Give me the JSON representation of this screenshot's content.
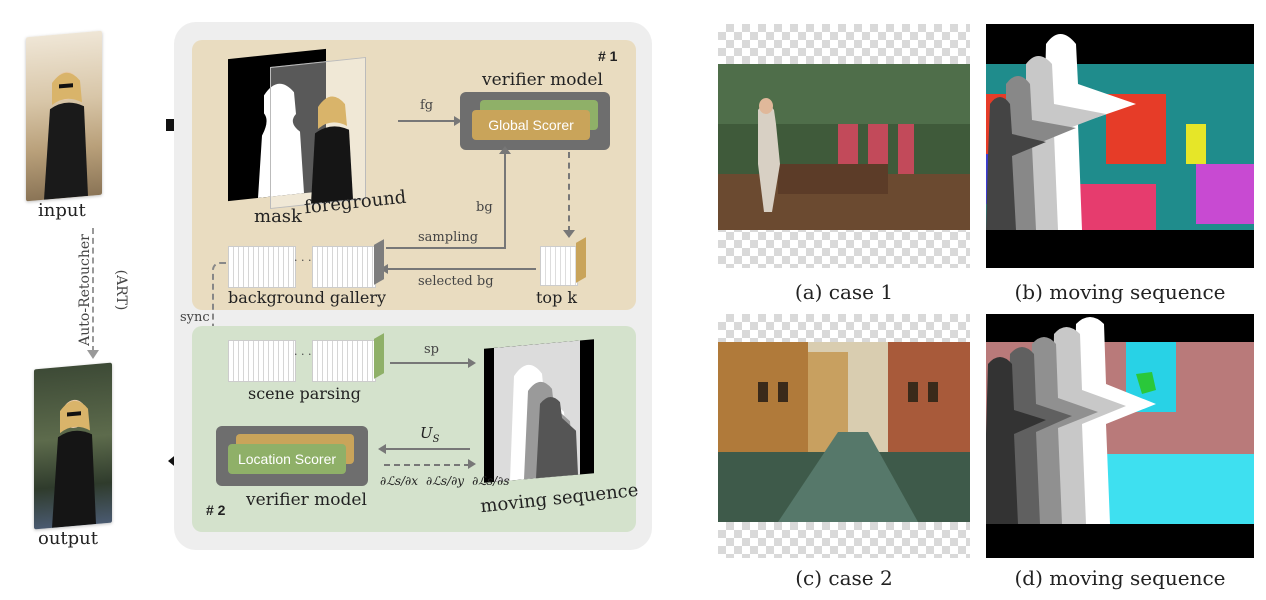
{
  "diagram": {
    "input_label": "input",
    "output_label": "output",
    "art_label": "Auto-Retoucher",
    "art_abbrev": "(ART)",
    "stage1_tag": "# 1",
    "stage2_tag": "# 2",
    "mask_label": "mask",
    "foreground_label": "foreground",
    "verifier_top_label": "verifier model",
    "global_scorer": "Global Scorer",
    "fg_label": "fg",
    "bg_label": "bg",
    "sampling_label": "sampling",
    "selected_bg_label": "selected  bg",
    "top_k_label": "top k",
    "gallery_label": "background gallery",
    "sync_label": "sync",
    "scene_parsing_label": "scene parsing",
    "sp_label": "sp",
    "location_scorer": "Location Scorer",
    "verifier_bottom_label": "verifier model",
    "us_label": "U",
    "us_sub": "S",
    "moving_sequence_label": "moving sequence",
    "gradients": [
      "∂ℒs/∂x",
      "∂ℒs/∂y",
      "∂ℒs/∂s"
    ],
    "ellipsis": "· · ·"
  },
  "examples": {
    "case1_caption": "(a) case 1",
    "seq1_caption": "(b) moving sequence",
    "case2_caption": "(c) case 2",
    "seq2_caption": "(d) moving sequence"
  },
  "colors": {
    "stage1_bg": "#e9dcc0",
    "stage2_bg": "#d4e2cc",
    "outer_bg": "#eeeeee",
    "global_scorer": "#c9a45a",
    "location_scorer": "#8fb068",
    "scorer_frame": "#6e6e6e"
  }
}
